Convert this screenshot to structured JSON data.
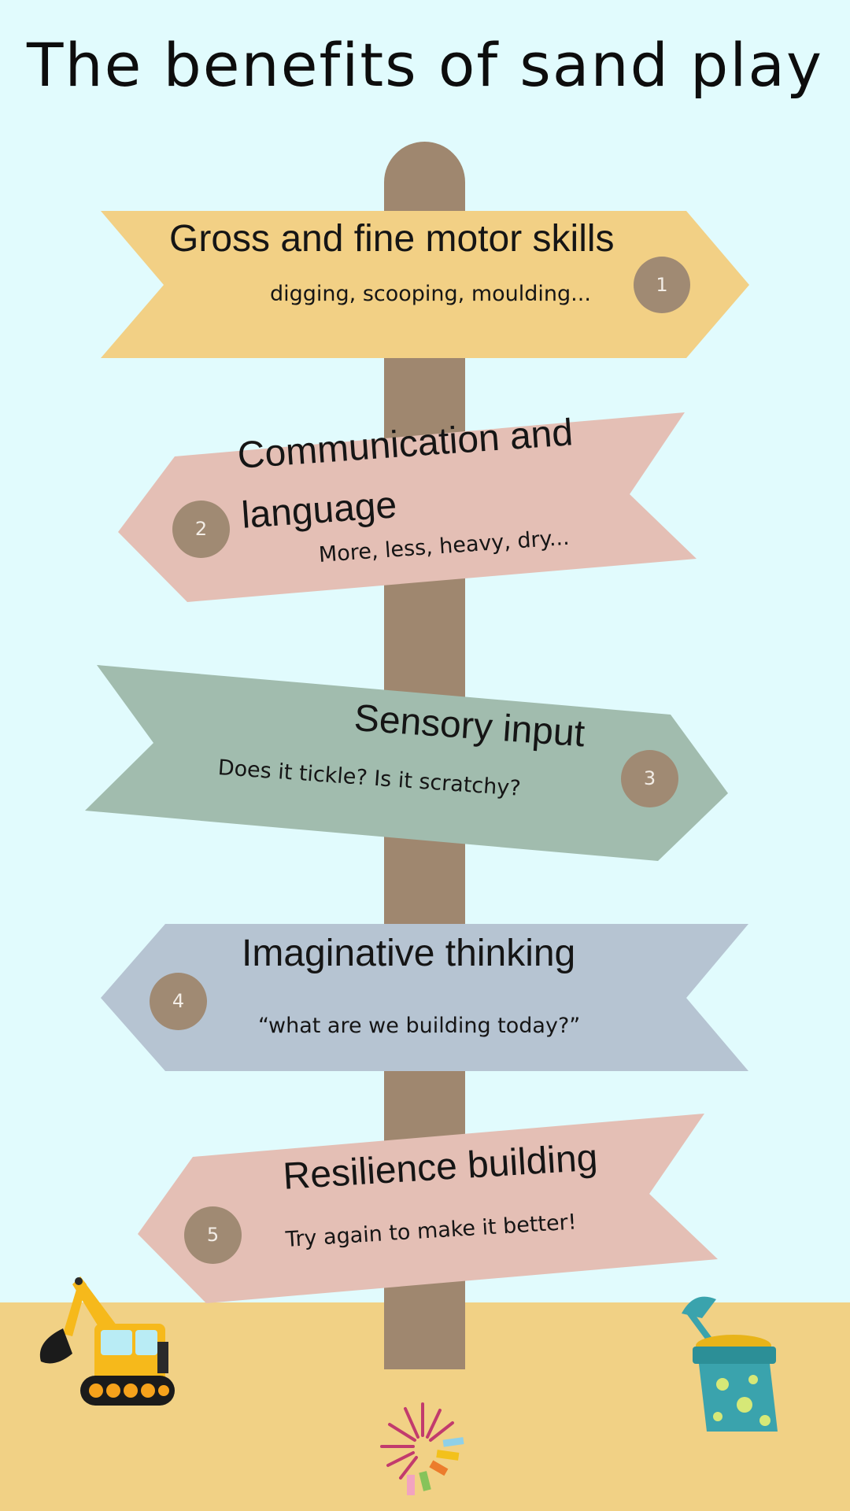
{
  "title": "The benefits of sand play",
  "colors": {
    "background": "#e1fbfd",
    "sand": "#f1d185",
    "post": "#9f876f",
    "sign_yellow": "#f2d085",
    "sign_pink": "#e4bfb5",
    "sign_green": "#a1bcae",
    "sign_blue": "#b6c4d2"
  },
  "signs": [
    {
      "number": "1",
      "heading": "Gross and fine motor skills",
      "subtext": "digging, scooping, moulding..."
    },
    {
      "number": "2",
      "heading_line1": "Communication and",
      "heading_line2": "language",
      "subtext": "More, less, heavy, dry..."
    },
    {
      "number": "3",
      "heading": "Sensory input",
      "subtext": "Does it tickle? Is it scratchy?"
    },
    {
      "number": "4",
      "heading": "Imaginative thinking",
      "subtext": "“what are we building today?”"
    },
    {
      "number": "5",
      "heading": "Resilience building",
      "subtext": "Try again to make it better!"
    }
  ],
  "illustrations": [
    "excavator-icon",
    "sand-bucket-icon",
    "sparkle-logo-icon"
  ]
}
